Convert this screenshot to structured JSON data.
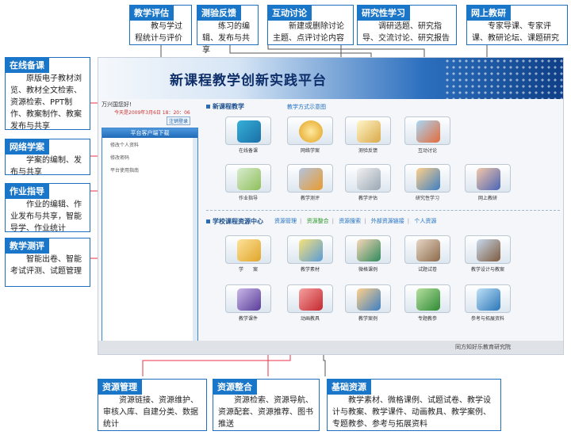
{
  "app": {
    "title": "新课程教学创新实践平台",
    "welcome": "万兴国您好!",
    "today": "今天是2009年3月6日   18：20：06",
    "logout": "注销登录",
    "left_panel": {
      "title": "平台客户端下载",
      "items": [
        "修改个人资料",
        "修改密码",
        "平台使用指南"
      ]
    },
    "section1": {
      "title": "新课程教学",
      "subtitle": "教学方式示意图",
      "tiles": [
        "在线备课",
        "网络学案",
        "测验反馈",
        "互动讨论",
        "作业指导",
        "教学测评",
        "教学评估",
        "研究性学习",
        "网上教研"
      ]
    },
    "section2": {
      "title": "学校课程资源中心",
      "nav": [
        "资源管理",
        "资源整合",
        "资源搜索",
        "外部资源链接",
        "个人资源"
      ],
      "tiles": [
        "学　　案",
        "教学素材",
        "微格课例",
        "试题试卷",
        "教学设计与教案",
        "教学课件",
        "动画教具",
        "教学案例",
        "专题教参",
        "参考与拓展资料"
      ]
    },
    "footer": "同方知好乐教育研究院"
  },
  "callouts": [
    {
      "title": "教学评估",
      "text": "教与学过程统计与评价"
    },
    {
      "title": "测验反馈",
      "text": "练习的编辑、发布与共享"
    },
    {
      "title": "互动讨论",
      "text": "新建或删除讨论主题、点评讨论内容"
    },
    {
      "title": "研究性学习",
      "text": "调研选题、研究指导、交流讨论、研究报告"
    },
    {
      "title": "网上教研",
      "text": "专家导课、专家评课、教研论坛、课题研究"
    },
    {
      "title": "在线备课",
      "text": "原版电子教材浏览、教材全文检索、资源检索、PPT制作、教案制作、教案发布与共享"
    },
    {
      "title": "网络学案",
      "text": "学案的编制、发布与共享"
    },
    {
      "title": "作业指导",
      "text": "作业的编辑、作业发布与共享，智能导学、作业统计"
    },
    {
      "title": "教学测评",
      "text": "智能出卷、智能考试评测、试题管理"
    },
    {
      "title": "资源管理",
      "text": "资源链接、资源维护、审核入库、自建分类、数据统计"
    },
    {
      "title": "资源整合",
      "text": "资源检索、资源导航、资源配套、资源推荐、图书推送"
    },
    {
      "title": "基础资源",
      "text": "教学素材、微格课例、试题试卷、教学设计与教案、教学课件、动画教具、教学案例、专题教参、参考与拓展资料"
    }
  ],
  "colors": {
    "callout_blue": "#1a76c8",
    "connector_red": "#e8334a",
    "connector_dark": "#555555"
  },
  "icons": [
    "book-icon",
    "globe-email-icon",
    "clock-checklist-icon",
    "people-chat-icon",
    "notebook-pencil-icon",
    "gear-tools-icon",
    "papers-icon",
    "team-icon",
    "teacher-icon"
  ]
}
